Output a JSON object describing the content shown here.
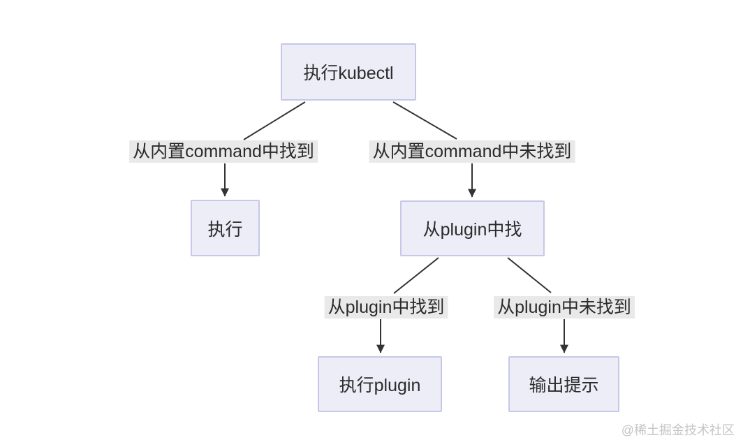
{
  "diagram": {
    "nodes": {
      "root": "执行kubectl",
      "execute": "执行",
      "plugin_search": "从plugin中找",
      "execute_plugin": "执行plugin",
      "output_hint": "输出提示"
    },
    "edge_labels": {
      "builtin_found": "从内置command中找到",
      "builtin_not_found": "从内置command中未找到",
      "plugin_found": "从plugin中找到",
      "plugin_not_found": "从plugin中未找到"
    }
  },
  "watermark": {
    "text": "@稀土掘金技术社区"
  },
  "colors": {
    "node_fill": "#EDEDF8",
    "node_border": "#C7C7E8",
    "edge_label_bg": "#E9E9E9",
    "line": "#333333",
    "text": "#2B2B2B",
    "watermark": "#C5C5C5",
    "background": "#FFFFFF"
  }
}
